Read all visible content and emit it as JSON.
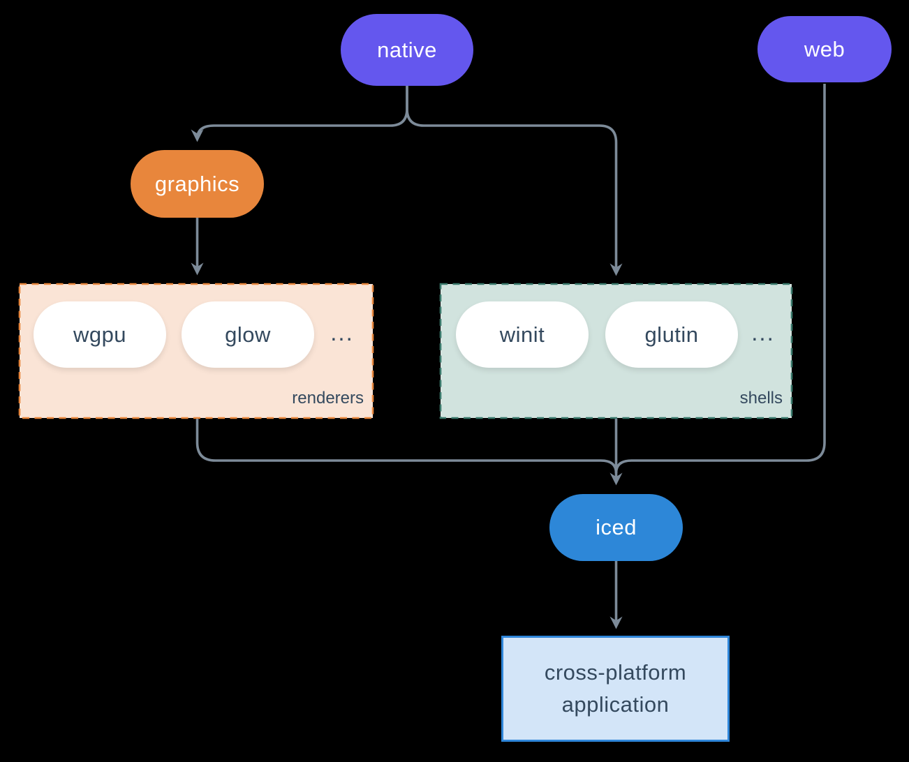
{
  "colors": {
    "background": "#000000",
    "connector": "#7d8b99",
    "node_purple": "#6457ee",
    "node_orange": "#e8863c",
    "node_blue": "#2d87d8",
    "pill_white": "#ffffff",
    "text_light": "#ffffff",
    "text_dark": "#34495e",
    "renderers_fill": "#fae4d6",
    "renderers_border": "#e8863c",
    "shells_fill": "#d1e3de",
    "shells_border": "#3a7a6c",
    "application_fill": "#d3e5f8",
    "application_border": "#2f86d9"
  },
  "nodes": {
    "native": {
      "label": "native"
    },
    "web": {
      "label": "web"
    },
    "graphics": {
      "label": "graphics"
    },
    "iced": {
      "label": "iced"
    }
  },
  "groups": [
    {
      "label": "renderers",
      "pills": [
        "wgpu",
        "glow"
      ],
      "ellipsis": "..."
    },
    {
      "label": "shells",
      "pills": [
        "winit",
        "glutin"
      ],
      "ellipsis": "..."
    }
  ],
  "application": {
    "lines": [
      "cross-platform",
      "application"
    ]
  },
  "edges": [
    {
      "from": "native",
      "to": "graphics"
    },
    {
      "from": "native",
      "to": "shells"
    },
    {
      "from": "graphics",
      "to": "renderers"
    },
    {
      "from": "renderers",
      "to": "iced"
    },
    {
      "from": "shells",
      "to": "iced"
    },
    {
      "from": "web",
      "to": "iced"
    },
    {
      "from": "iced",
      "to": "cross-platform application"
    }
  ]
}
